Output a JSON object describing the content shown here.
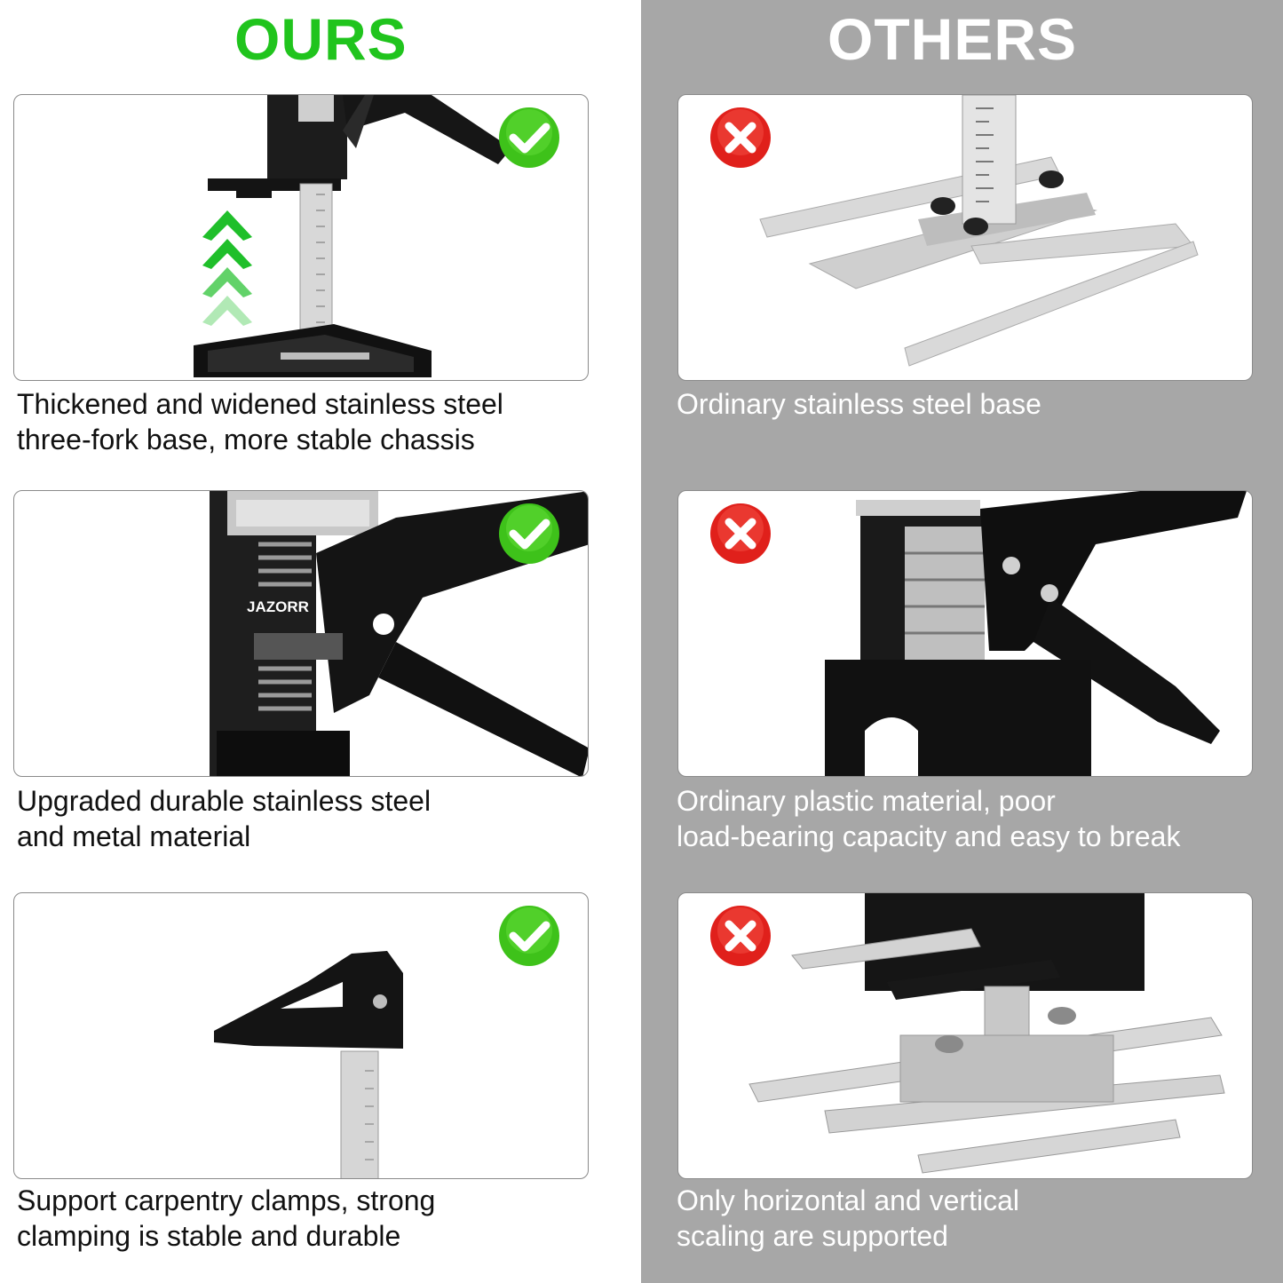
{
  "left": {
    "heading": "OURS",
    "brand_label": "JAZORR",
    "captions": [
      {
        "line1": "Thickened and widened stainless steel",
        "line2": "three-fork base, more stable chassis"
      },
      {
        "line1": "Upgraded durable stainless steel",
        "line2": "and metal material"
      },
      {
        "line1": "Support carpentry clamps, strong",
        "line2": "clamping is stable and durable"
      }
    ],
    "badge_icon": "check-icon"
  },
  "right": {
    "heading": "OTHERS",
    "captions": [
      {
        "line1": "Ordinary stainless steel base",
        "line2": ""
      },
      {
        "line1": "Ordinary plastic material, poor",
        "line2": "load-bearing capacity and easy to break"
      },
      {
        "line1": "Only horizontal and vertical",
        "line2": "scaling are supported"
      }
    ],
    "badge_icon": "cross-icon"
  },
  "colors": {
    "ours_green": "#20c41d",
    "others_gray": "#a7a7a7",
    "check_green": "#3ec21a",
    "cross_red": "#e0201b"
  }
}
